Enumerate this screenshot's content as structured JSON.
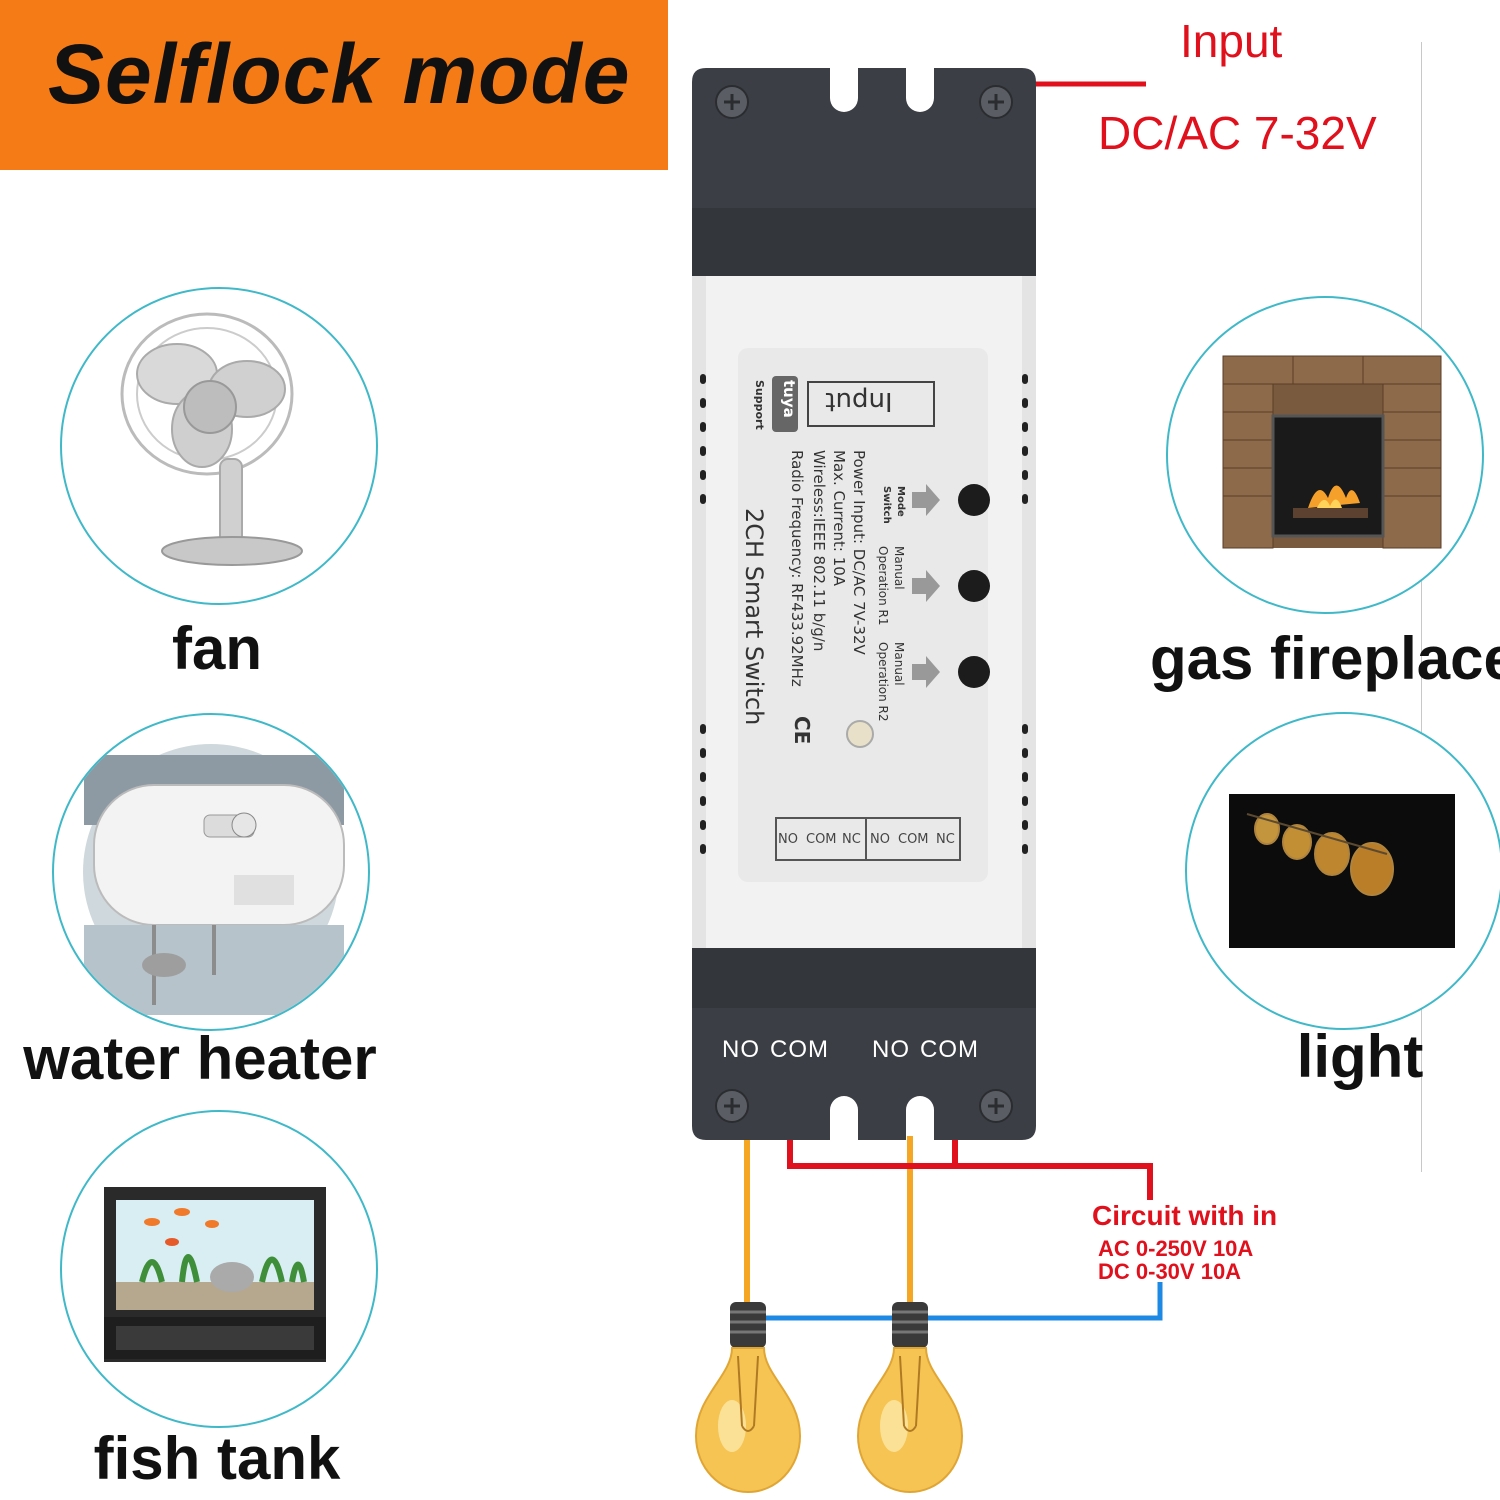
{
  "banner": {
    "title": "Selflock mode"
  },
  "input": {
    "label": "Input",
    "voltage": "DC/AC 7-32V"
  },
  "appliances": [
    {
      "id": "fan",
      "label": "fan"
    },
    {
      "id": "water-heater",
      "label": "water heater"
    },
    {
      "id": "fish-tank",
      "label": "fish tank"
    },
    {
      "id": "gas-fireplace",
      "label": "gas fireplace"
    },
    {
      "id": "light",
      "label": "light"
    }
  ],
  "device": {
    "label_box": "Input",
    "brand": "tuya",
    "brand_sub": "Support",
    "specs": [
      "Power Input:  DC/AC 7V-32V",
      "Max. Current:  10A",
      "Wireless:IEEE 802.11 b/g/n",
      "Radio Frequency:  RF433.92MHz"
    ],
    "product_name": "2CH Smart Switch",
    "buttons": [
      {
        "line1": "Mode",
        "line2": "Switch"
      },
      {
        "line1": "Manual",
        "line2": "Operation R1"
      },
      {
        "line1": "Manual",
        "line2": "Operation R2"
      }
    ],
    "terminals_printed": [
      "NO",
      "COM",
      "NC",
      "NO",
      "COM",
      "NC"
    ],
    "terminals_bottom": [
      "NO",
      "COM",
      "NO",
      "COM"
    ],
    "ce_mark": "CE"
  },
  "circuit": {
    "title": "Circuit with in",
    "lines": [
      "AC 0-250V 10A",
      "DC 0-30V 10A"
    ]
  },
  "colors": {
    "banner": "#f47b16",
    "accent_red": "#e0101c",
    "wire_orange": "#f5a623",
    "wire_blue": "#1e88e5",
    "circle_border": "#3fb8c8",
    "device_dark": "#3b3f45"
  },
  "icons": [
    "fan-icon",
    "water-heater-icon",
    "fish-tank-icon",
    "fireplace-icon",
    "light-bulbs-icon",
    "bulb-icon",
    "screw-icon",
    "tuya-logo"
  ]
}
